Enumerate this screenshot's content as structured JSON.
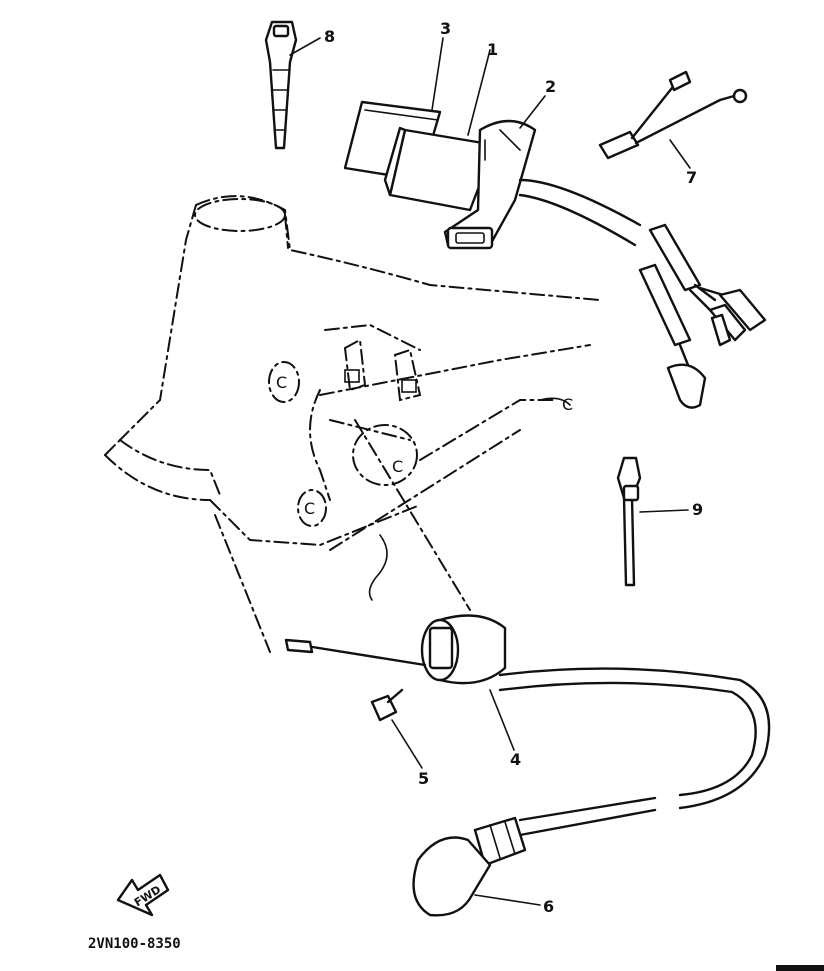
{
  "callouts": [
    {
      "id": "1",
      "label": "1"
    },
    {
      "id": "2",
      "label": "2"
    },
    {
      "id": "3",
      "label": "3"
    },
    {
      "id": "4",
      "label": "4"
    },
    {
      "id": "5",
      "label": "5"
    },
    {
      "id": "6",
      "label": "6"
    },
    {
      "id": "7",
      "label": "7"
    },
    {
      "id": "8",
      "label": "8"
    },
    {
      "id": "9",
      "label": "9"
    }
  ],
  "clip_marks": [
    "C",
    "C",
    "C",
    "C"
  ],
  "direction_indicator": {
    "label": "FWD",
    "icon": "fwd-arrow-icon"
  },
  "diagram_code": "2VN100-8350"
}
